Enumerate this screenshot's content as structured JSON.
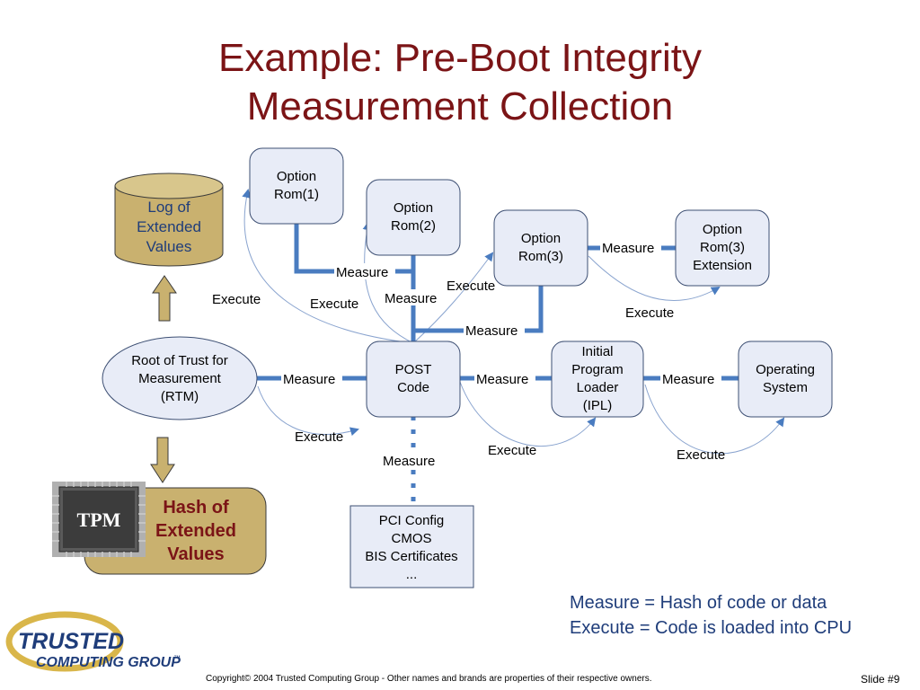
{
  "title": {
    "line1": "Example: Pre-Boot Integrity",
    "line2": "Measurement Collection"
  },
  "boxes": {
    "option_rom1": [
      "Option",
      "Rom(1)"
    ],
    "option_rom2": [
      "Option",
      "Rom(2)"
    ],
    "option_rom3": [
      "Option",
      "Rom(3)"
    ],
    "option_rom3_ext": [
      "Option",
      "Rom(3)",
      "Extension"
    ],
    "post_code": [
      "POST",
      "Code"
    ],
    "ipl": [
      "Initial",
      "Program",
      "Loader",
      "(IPL)"
    ],
    "os": [
      "Operating",
      "System"
    ],
    "pci": [
      "PCI Config",
      "CMOS",
      "BIS Certificates",
      "..."
    ],
    "rtm": [
      "Root of Trust for",
      "Measurement",
      "(RTM)"
    ],
    "log": [
      "Log of",
      "Extended",
      "Values"
    ],
    "hash": [
      "Hash of",
      "Extended",
      "Values"
    ],
    "tpm": "TPM"
  },
  "labels": {
    "measure": "Measure",
    "execute": "Execute"
  },
  "legend": {
    "line1": "Measure = Hash of code or data",
    "line2": "Execute = Code is loaded into CPU"
  },
  "logo": {
    "line1": "TRUSTED",
    "line2": "COMPUTING GROUP",
    "tm": "™"
  },
  "footer": {
    "copyright": "Copyright© 2004 Trusted Computing Group - Other names and brands are properties of their respective owners.",
    "slide": "Slide #9"
  },
  "colors": {
    "title": "#7b1416",
    "box_fill": "#e8ecf7",
    "connector": "#4a7cc0",
    "tan": "#c9b16f",
    "legend": "#1f3d7a"
  }
}
